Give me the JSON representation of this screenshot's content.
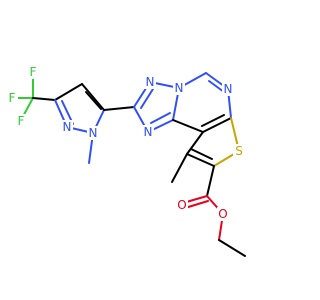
{
  "structure": {
    "atom_labels": {
      "pyrazole_n1": "N",
      "pyrazole_n2": "N",
      "triazole_n_top": "N",
      "triazole_n_bridge": "N",
      "triazole_n_bottom": "N",
      "pyrimidine_n": "N",
      "thiophene_s": "S",
      "carbonyl_o": "O",
      "ester_o": "O",
      "fluorine_1": "F",
      "fluorine_2": "F",
      "fluorine_3": "F"
    }
  },
  "colors": {
    "carbon": "#000000",
    "nitrogen": "#3050F8",
    "sulfur": "#C8A400",
    "oxygen": "#E8001C",
    "fluorine": "#33CC33",
    "background": "#ffffff"
  }
}
